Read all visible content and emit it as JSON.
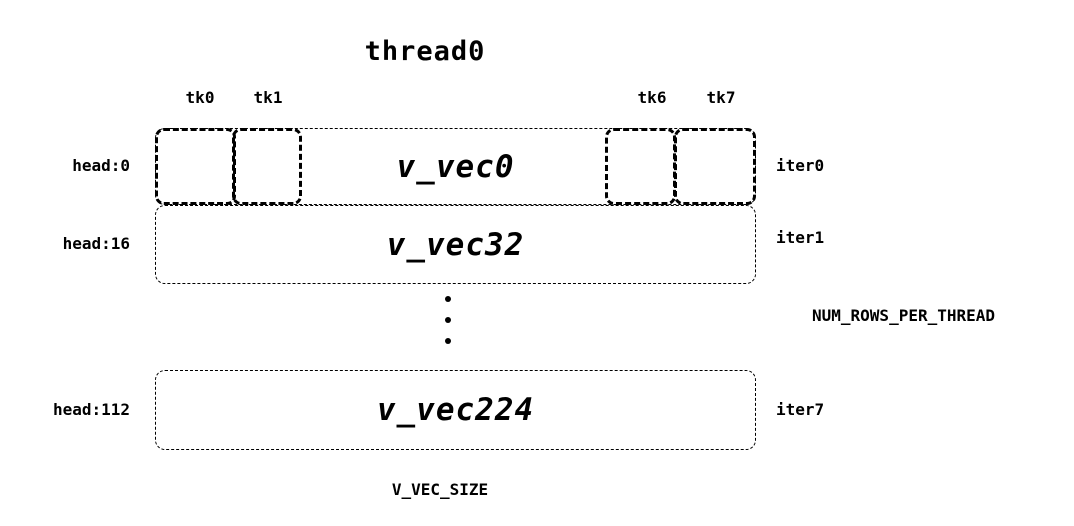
{
  "title": "thread0",
  "tk_labels": [
    "tk0",
    "tk1",
    "tk6",
    "tk7"
  ],
  "rows": [
    {
      "head": "head:0",
      "vec": "v_vec0",
      "iter": "iter0"
    },
    {
      "head": "head:16",
      "vec": "v_vec32",
      "iter": "iter1"
    },
    {
      "head": "head:112",
      "vec": "v_vec224",
      "iter": "iter7"
    }
  ],
  "annotations": {
    "num_rows_per_thread": "NUM_ROWS_PER_THREAD",
    "v_vec_size": "V_VEC_SIZE"
  },
  "colors": {
    "ink": "#000000",
    "background": "#ffffff"
  }
}
